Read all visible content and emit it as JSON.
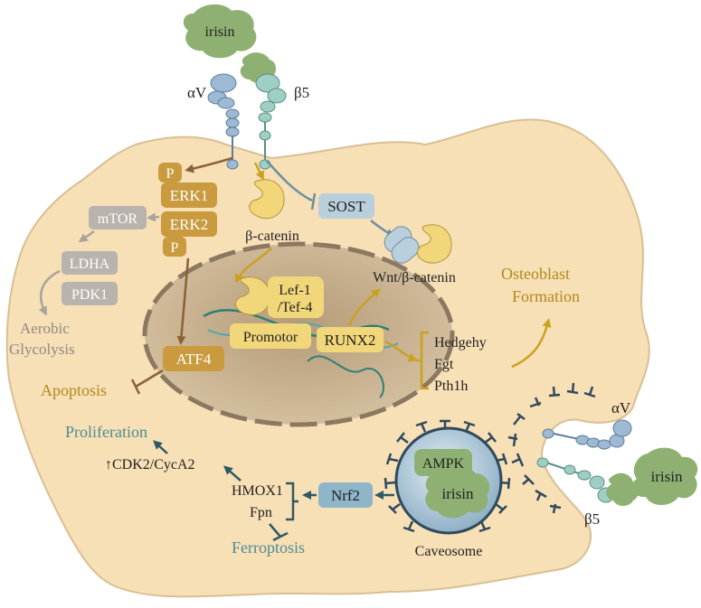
{
  "diagram": {
    "proteins": {
      "irisin_top": "irisin",
      "irisin_right": "irisin",
      "av_top": "αV",
      "b5_top": "β5",
      "av_right": "αV",
      "b5_right": "β5"
    },
    "kinase": {
      "p_top": "P",
      "erk1": "ERK1",
      "erk2": "ERK2",
      "p_bottom": "P"
    },
    "glycolysis": {
      "mtor": "mTOR",
      "ldha": "LDHA",
      "pdk1": "PDK1",
      "aerobic": "Aerobic",
      "glycolysis": "Glycolysis"
    },
    "wnt": {
      "beta_catenin": "β-catenin",
      "sost": "SOST",
      "wnt_beta_catenin": "Wnt/β-catenin"
    },
    "nucleus": {
      "lef1": "Lef-1",
      "tef4": "/Tef-4",
      "promotor": "Promotor",
      "runx2": "RUNX2"
    },
    "atf4": "ATF4",
    "apoptosis": "Apoptosis",
    "genes": [
      "Hedgehy",
      "Fgt",
      "Pth1h"
    ],
    "osteoblast": {
      "line1": "Osteoblast",
      "line2": "Formation"
    },
    "proliferation": {
      "title": "Proliferation",
      "cdk": "↑CDK2/CycA2",
      "hmox1": "HMOX1",
      "fpn": "Fpn",
      "nrf2": "Nrf2",
      "ferroptosis": "Ferroptosis"
    },
    "caveosome": {
      "ampk": "AMPK",
      "irisin": "irisin",
      "label": "Caveosome"
    },
    "colors": {
      "cell_fill": "#f7dfb6",
      "cell_stroke": "#d9bf94",
      "nucleus_fill": "#cbb18d",
      "erk_fill": "#c99a3e",
      "gray_box": "#b8b3ad",
      "yellow_box": "#f1d77a",
      "blue_box": "#8fb5c8",
      "irisin_green": "#8fb073",
      "gold_arrow": "#c9a21f",
      "brown_arrow": "#8a6236",
      "teal_arrow": "#2f5a63"
    }
  }
}
